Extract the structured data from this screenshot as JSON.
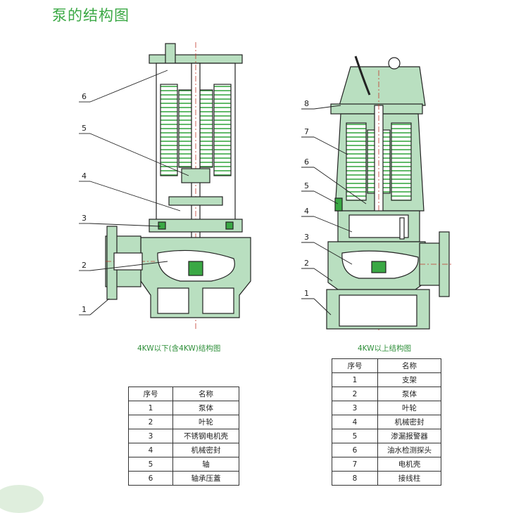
{
  "title": "泵的结构图",
  "left_diagram": {
    "caption": "4KW以下(含4KW)结构图",
    "callouts": [
      "6",
      "5",
      "4",
      "3",
      "2",
      "1"
    ]
  },
  "right_diagram": {
    "caption": "4KW以上结构图",
    "callouts": [
      "8",
      "7",
      "6",
      "5",
      "4",
      "3",
      "2",
      "1"
    ]
  },
  "left_table": {
    "headers": [
      "序号",
      "名称"
    ],
    "rows": [
      [
        "1",
        "泵体"
      ],
      [
        "2",
        "叶轮"
      ],
      [
        "3",
        "不锈钢电机壳"
      ],
      [
        "4",
        "机械密封"
      ],
      [
        "5",
        "轴"
      ],
      [
        "6",
        "轴承压蓋"
      ]
    ]
  },
  "right_table": {
    "headers": [
      "序号",
      "名称"
    ],
    "rows": [
      [
        "1",
        "支架"
      ],
      [
        "2",
        "泵体"
      ],
      [
        "3",
        "叶轮"
      ],
      [
        "4",
        "机械密封"
      ],
      [
        "5",
        "渗漏报警器"
      ],
      [
        "6",
        "油水检测探头"
      ],
      [
        "7",
        "电机壳"
      ],
      [
        "8",
        "接线柱"
      ]
    ]
  },
  "colors": {
    "accent": "#3aa844",
    "casing": "#b9dfc0",
    "line": "#222222"
  }
}
